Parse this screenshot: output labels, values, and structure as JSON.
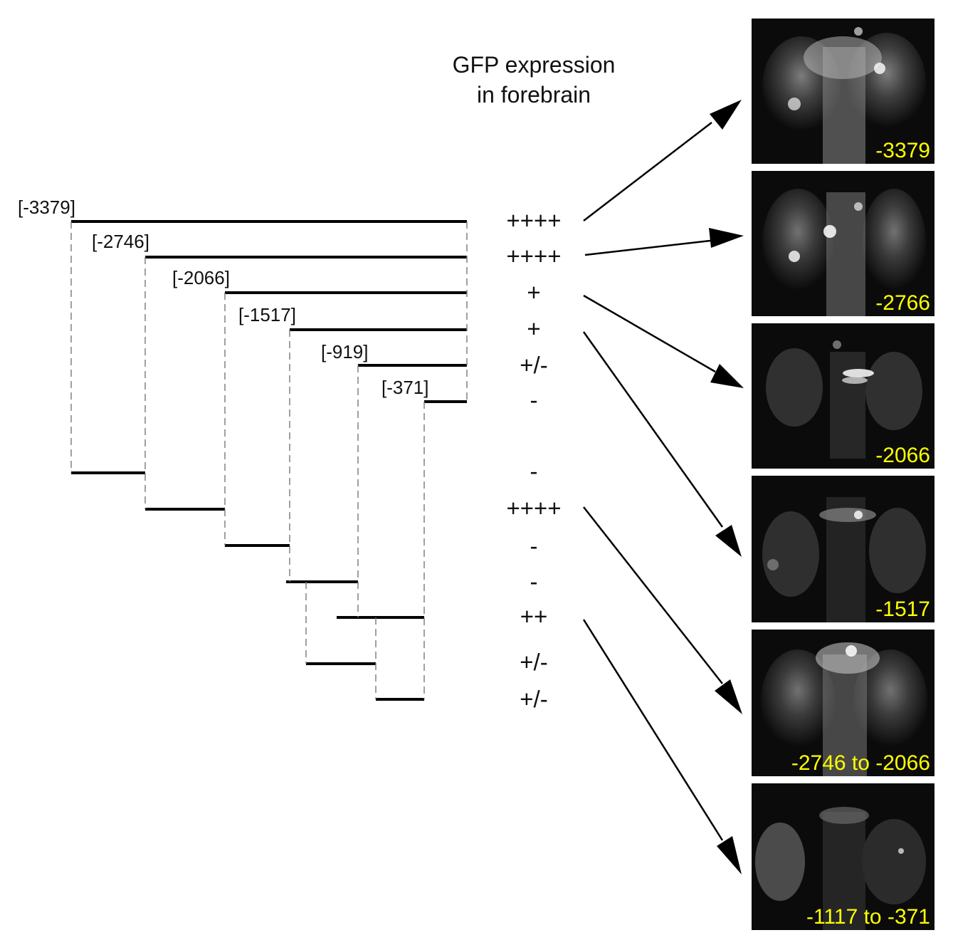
{
  "header": {
    "line1": "GFP expression",
    "line2": "in forebrain"
  },
  "deletion_labels": [
    "[-3379]",
    "[-2746]",
    "[-2066]",
    "[-1517]",
    "[-919]",
    "[-371]"
  ],
  "scores": [
    "++++",
    "++++",
    "+",
    "+",
    "+/-",
    "-",
    "-",
    "++++",
    "-",
    "-",
    "++",
    "+/-",
    "+/-"
  ],
  "panels": [
    "-3379",
    "-2766",
    "-2066",
    "-1517",
    "-2746 to -2066",
    "-1117 to -371"
  ],
  "colors": {
    "line": "#000000",
    "panel_background": "#0b0b0b",
    "panel_label": "#ffff00"
  }
}
